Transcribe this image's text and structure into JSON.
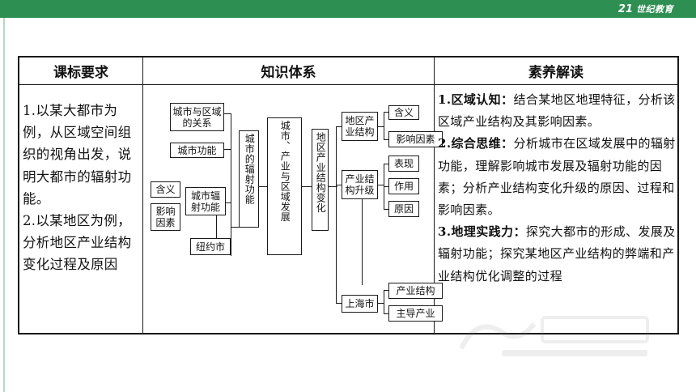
{
  "header": {
    "brand_mark": "21",
    "brand_text": "世纪教育"
  },
  "table": {
    "headers": [
      "课标要求",
      "知识体系",
      "素养解读"
    ],
    "requirements": [
      "1.以某大都市为例，从区域空间组织的视角出发，说明大都市的辐射功能。",
      "2.以某地区为例，分析地区产业结构变化过程及原因"
    ],
    "literacy": [
      {
        "title": "1.区域认知：",
        "text": "结合某地区地理特征，分析该区域产业结构及其影响因素。"
      },
      {
        "title": "2.综合思维：",
        "text": "分析城市在区域发展中的辐射功能，理解影响城市发展及辐射功能的因素；分析产业结构变化升级的原因、过程和影响因素。"
      },
      {
        "title": "3.地理实践力：",
        "text": "探究大都市的形成、发展及辐射功能；探究某地区产业结构的弊端和产业结构优化调整的过程"
      }
    ]
  },
  "diagram": {
    "city_region": "城市与区域的关系",
    "city_function": "城市功能",
    "meaning_left": "含义",
    "factors_left": "影响因素",
    "city_radiation": "城市辐射功能",
    "new_york": "纽约市",
    "radiation_function": "城市的辐射功能",
    "main_title": "城市、产业与区域发展",
    "industry_change": "地区产业结构变化",
    "regional_structure": "地区产业结构",
    "meaning_right": "含义",
    "factors_right": "影响因素",
    "upgrade": "产业结构升级",
    "performance": "表现",
    "role": "作用",
    "reason": "原因",
    "shanghai": "上海市",
    "structure": "产业结构",
    "leading": "主导产业"
  }
}
